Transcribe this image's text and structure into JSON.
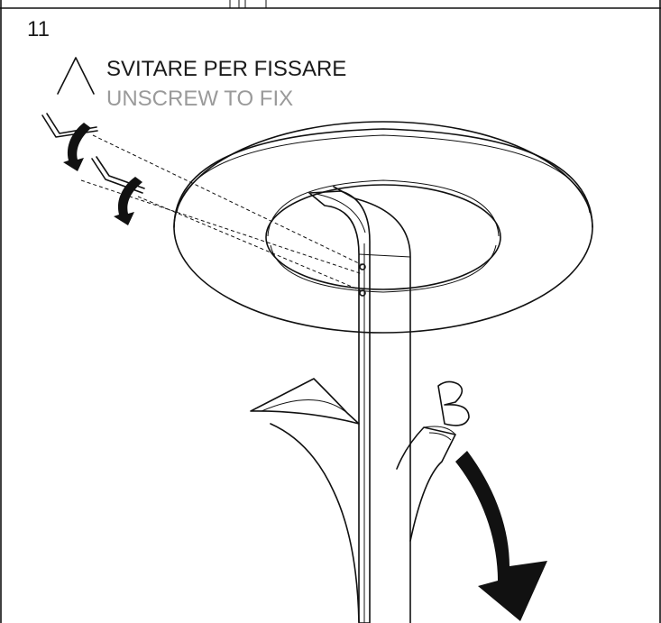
{
  "step": {
    "number": "11"
  },
  "labels": {
    "a": "A",
    "b": "B"
  },
  "instruction": {
    "primary": "SVITARE PER FISSARE",
    "secondary": "UNSCREW TO FIX"
  },
  "colors": {
    "line": "#111111",
    "secondary_text": "#9a9a9a",
    "background": "#ffffff"
  },
  "icons": [
    "hex-key-icon",
    "rotate-arrow-icon",
    "down-arrow-icon"
  ]
}
